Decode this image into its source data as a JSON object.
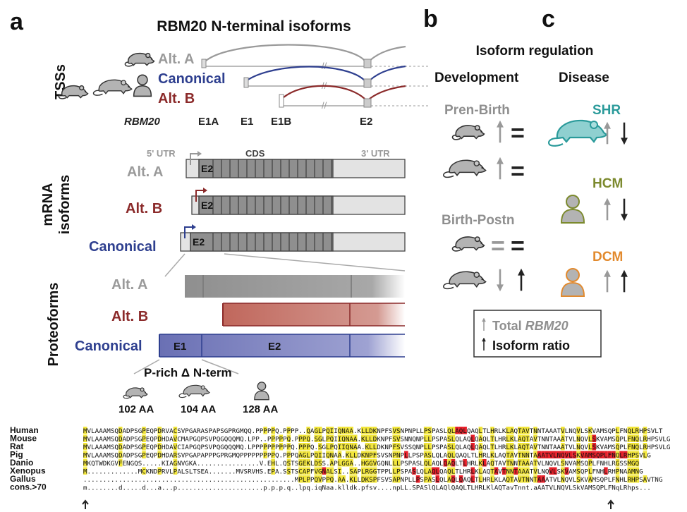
{
  "panels": {
    "a": "a",
    "b": "b",
    "c": "c"
  },
  "colors": {
    "alta": "#9a9a9a",
    "canonical": "#2e3f8f",
    "altb": "#8b2a2a",
    "shr": "#2a9a9a",
    "hcm": "#7c8a2e",
    "dcm": "#e28a2e",
    "dark": "#222222"
  },
  "panel_a": {
    "title": "RBM20 N-terminal isoforms",
    "tss_label": "TSSs",
    "tss": {
      "alt_a": "Alt. A",
      "canonical": "Canonical",
      "alt_b": "Alt. B"
    },
    "gene": "RBM20",
    "exons": [
      "E1A",
      "E1",
      "E1B",
      "E2"
    ],
    "mrna_label": "mRNA isoforms",
    "mrna_label_1": "mRNA",
    "mrna_label_2": "isoforms",
    "utr5": "5' UTR",
    "cds": "CDS",
    "utr3": "3' UTR",
    "mrna": {
      "alt_a": "Alt. A",
      "alt_b": "Alt. B",
      "canonical": "Canonical"
    },
    "e2": "E2",
    "proteo_label": "Proteoforms",
    "proteo": {
      "alt_a": "Alt. A",
      "alt_b": "Alt. B",
      "canonical": "Canonical"
    },
    "e1": "E1",
    "prich": "P-rich Δ N-term",
    "aa": [
      "102 AA",
      "104 AA",
      "128 AA"
    ]
  },
  "panel_b": {
    "title": "Isoform regulation",
    "dev": "Development",
    "dis": "Disease",
    "pren": "Pren-Birth",
    "postn": "Birth-Postn",
    "eq": "="
  },
  "panel_c": {
    "shr": "SHR",
    "hcm": "HCM",
    "dcm": "DCM"
  },
  "legend": {
    "total_prefix": "Total ",
    "total_gene": "RBM20",
    "ratio": "Isoform ratio"
  },
  "alignment": {
    "species": [
      "Human",
      "Mouse",
      "Rat",
      "Pig",
      "Danio",
      "Xenopus",
      "Gallus",
      "cons.>70"
    ],
    "rows": [
      "MVLAAAMSQDADPSGPEQPDRVACSVPGARASPAPSGPRGMQQ.PPPPPQ.PPPP..QAGLPQIIQNAA.KLLDKNPFSVSNPNPLLPSPASLQLAQLQAQLTLHRLKLAQTAVTNNTAAATVLNQVLSKVAMSQPLFNQLRHPSVLT",
      "MVLAAAMSQDADPSGPEQPDHDAVCMAPGQPSVPQGQQQMQ.LPP..PPPPPQ.PPPQ.SGLPQIIQNAA.KLLDKNPFSVSNNQNPLLPSPASLQLAQLQAQLTLHRLKLAQTAVTNNTAAATVLNQVLSKVAMSQPLFNQLRHPSVLG",
      "MVLAAAMSQDADPSGPEQPDHDAVCIAPGQPSVPQGQQQMQ.LPPPPPPPPPPQ.PPPQ.SGLPQIIQNAA.KLLDKNPFSVSSQNPLLPSPASLQLAQLQAQLTLHRLKLAQTAVTNNTAAATVLNQVLSKVAMSQPLFNQLRHPSVLG",
      "MVLAAAMSQDADPSGPEQPDHDARSVPGAPAPPPGPRGMQPPPPPPPPPQ.PPPQAGLPQIIQNAA.KLLDKNPFSVSNPNPLLPSPASLQLAQLQAQLTLHRLKLAQTAVTNNTAAATVLNQVLSKVAMSQPLFNQLRHPSVLG",
      "MKQTWDKGVFENGQS.....KIAGNVGKA................V.EHL.QSTSGEKLDSS.APLGGA..HGGVGQNLLLPSPASLQLAQLQAQLTLHRLKLAQTAVTNNTAAATVLNQVLSNVAMSQPLFNHLRGSSMGQ",
      "M.............MCKNDPRVLPALSLTSEA.......MVSRVHS.EPA.SSTSCAPFVGNALSI..SAPLRGGTPPLLPSPASLQLAQLQAQLTLHRLKLAQTAVTNNTAAATVLNQVLSKVAMSQPLFNHLRHPNAAMNG",
      "......................................................MPLPPQVPPQ.AA.KLLDKSPFSVSAPNPLLPSPASLQLAQLQAQLTLHRLKLAQTAVTNNTAAATVLNQVLSKVAMSQPLFNHLRHPSAVTNG",
      "m........d.....d...a...p......................p.p.p.q..lpq.iqNaa.klldk.pfsv....npLL.SPASlQLAQlQAQLTLHRLKlAQTavTnnt.aAATVLNQVLSkVAMSQPLFNqLRhps..."
    ]
  }
}
